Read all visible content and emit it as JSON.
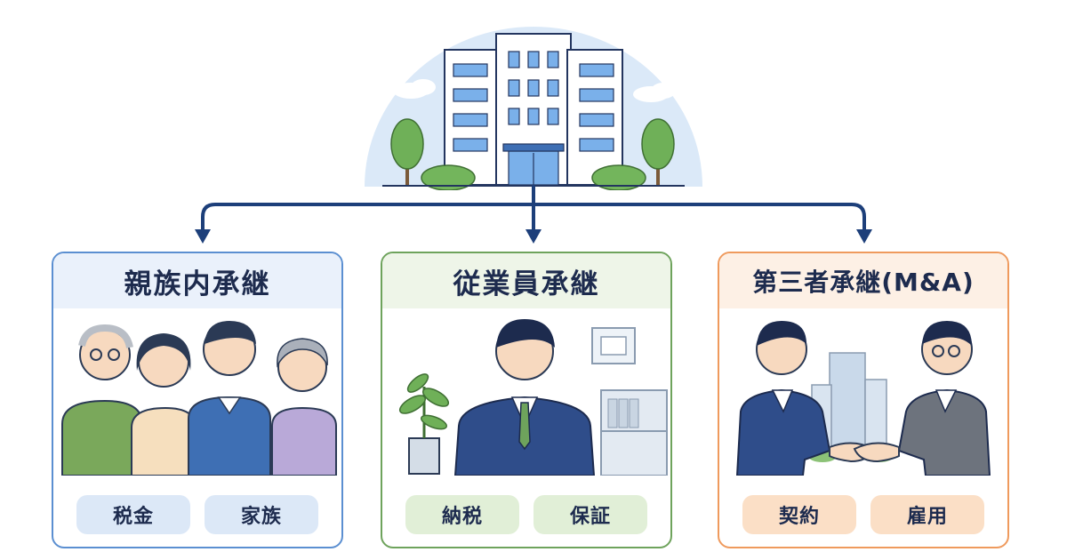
{
  "panels": [
    {
      "title": "親族内承継",
      "tags": [
        "税金",
        "家族"
      ]
    },
    {
      "title": "従業員承継",
      "tags": [
        "納税",
        "保証"
      ]
    },
    {
      "title": "第三者承継(M&A)",
      "tags": [
        "契約",
        "雇用"
      ]
    }
  ],
  "colors": {
    "arrow": "#1d3f7a",
    "family_border": "#5b8fd1",
    "employee_border": "#6ea35c",
    "third_party_border": "#ef9a5d",
    "sky": "#dbe9f8"
  }
}
